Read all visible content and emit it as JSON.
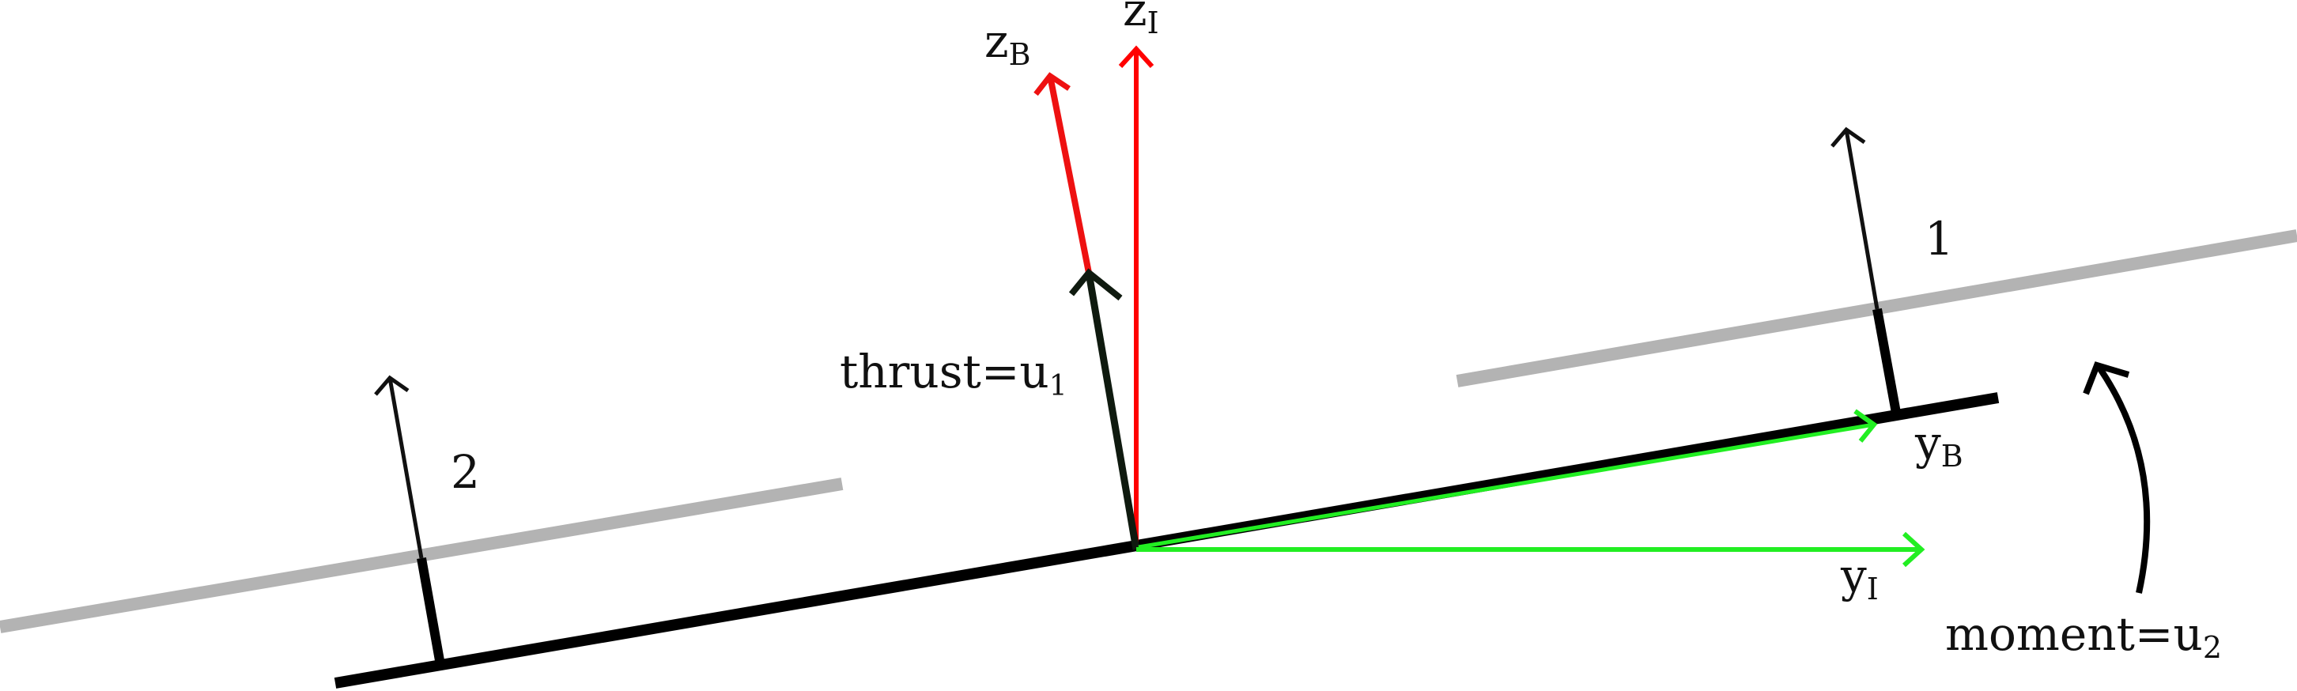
{
  "labels": {
    "z_inertial": "z",
    "z_inertial_sub": "I",
    "z_body": "z",
    "z_body_sub": "B",
    "y_inertial": "y",
    "y_inertial_sub": "I",
    "y_body": "y",
    "y_body_sub": "B",
    "thrust": "thrust=u",
    "thrust_sub": "1",
    "moment": "moment=u",
    "moment_sub": "2",
    "rotor_1": "1",
    "rotor_2": "2"
  },
  "colors": {
    "body": "#000000",
    "inertial_z": "#ff0000",
    "body_z": "#ee1111",
    "y_axes": "#22ee22",
    "rotor_bars": "#b3b3b3",
    "thrust_arrow": "#0f1a0f",
    "text": "#111111"
  }
}
